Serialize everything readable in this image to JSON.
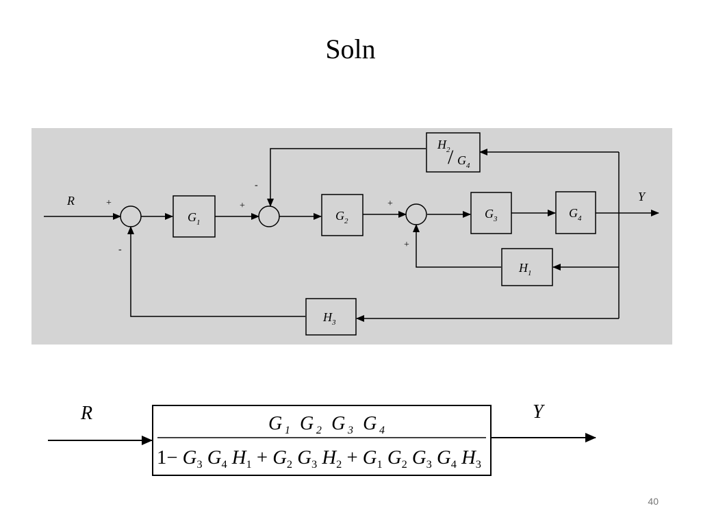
{
  "slide": {
    "title": "Soln",
    "page_number": "40"
  },
  "block_diagram": {
    "input_label": "R",
    "output_label": "Y",
    "signs": {
      "s1_top": "+",
      "s1_bottom": "-",
      "s2_left": "+",
      "s2_top": "-",
      "s3_left": "+",
      "s3_bottom": "+"
    },
    "blocks": {
      "g1": {
        "base": "G",
        "sub": "1"
      },
      "g2": {
        "base": "G",
        "sub": "2"
      },
      "g3": {
        "base": "G",
        "sub": "3"
      },
      "g4": {
        "base": "G",
        "sub": "4"
      },
      "h1": {
        "base": "H",
        "sub": "1"
      },
      "h3": {
        "base": "H",
        "sub": "3"
      },
      "h2_over_g4": {
        "num_base": "H",
        "num_sub": "2",
        "slash": "/",
        "den_base": "G",
        "den_sub": "4"
      }
    }
  },
  "transfer_function": {
    "input_label": "R",
    "output_label": "Y",
    "numerator": [
      {
        "base": "G",
        "sub": "1"
      },
      {
        "base": "G",
        "sub": "2"
      },
      {
        "base": "G",
        "sub": "3"
      },
      {
        "base": "G",
        "sub": "4"
      }
    ],
    "denominator": {
      "lead": "1",
      "op1": "−",
      "term1": [
        {
          "base": "G",
          "sub": "3"
        },
        {
          "base": "G",
          "sub": "4"
        },
        {
          "base": "H",
          "sub": "1"
        }
      ],
      "op2": "+",
      "term2": [
        {
          "base": "G",
          "sub": "2"
        },
        {
          "base": "G",
          "sub": "3"
        },
        {
          "base": "H",
          "sub": "2"
        }
      ],
      "op3": "+",
      "term3": [
        {
          "base": "G",
          "sub": "1"
        },
        {
          "base": "G",
          "sub": "2"
        },
        {
          "base": "G",
          "sub": "3"
        },
        {
          "base": "G",
          "sub": "4"
        },
        {
          "base": "H",
          "sub": "3"
        }
      ]
    }
  }
}
